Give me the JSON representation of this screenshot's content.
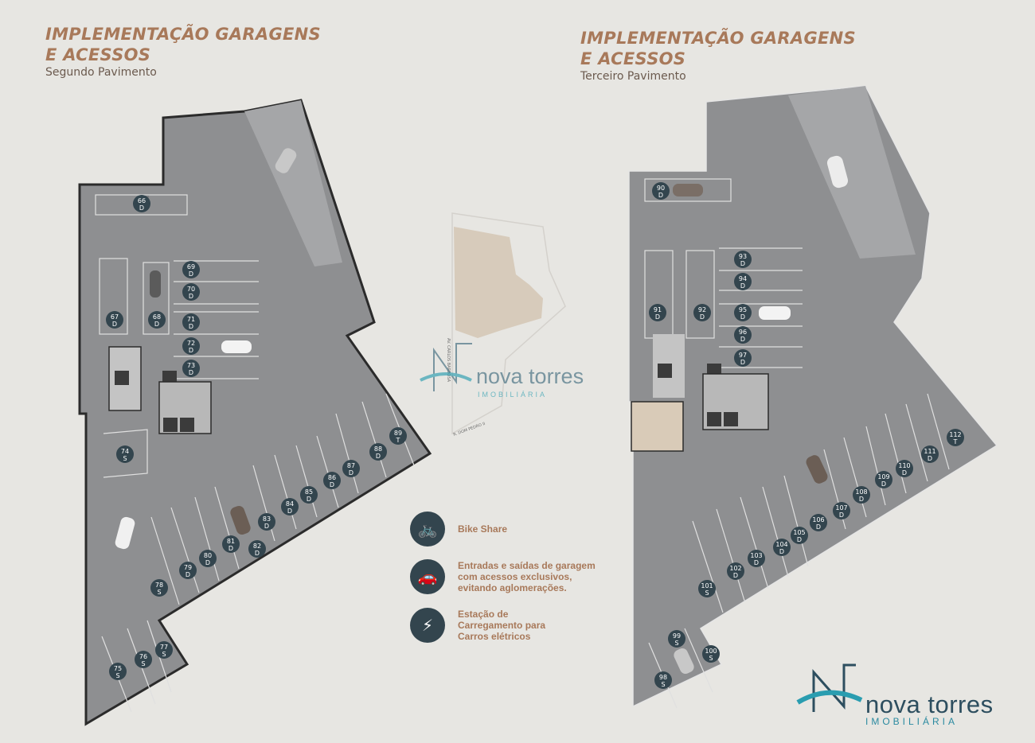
{
  "left_plan": {
    "title_line1": "IMPLEMENTAÇÃO GARAGENS",
    "title_line2": "E ACESSOS",
    "subtitle": "Segundo Pavimento",
    "spots": [
      {
        "n": "66",
        "t": "D"
      },
      {
        "n": "67",
        "t": "D"
      },
      {
        "n": "68",
        "t": "D"
      },
      {
        "n": "69",
        "t": "D"
      },
      {
        "n": "70",
        "t": "D"
      },
      {
        "n": "71",
        "t": "D"
      },
      {
        "n": "72",
        "t": "D"
      },
      {
        "n": "73",
        "t": "D"
      },
      {
        "n": "74",
        "t": "S"
      },
      {
        "n": "75",
        "t": "S"
      },
      {
        "n": "76",
        "t": "S"
      },
      {
        "n": "77",
        "t": "S"
      },
      {
        "n": "78",
        "t": "S"
      },
      {
        "n": "79",
        "t": "D"
      },
      {
        "n": "80",
        "t": "D"
      },
      {
        "n": "81",
        "t": "D"
      },
      {
        "n": "82",
        "t": "D"
      },
      {
        "n": "83",
        "t": "D"
      },
      {
        "n": "84",
        "t": "D"
      },
      {
        "n": "85",
        "t": "D"
      },
      {
        "n": "86",
        "t": "D"
      },
      {
        "n": "87",
        "t": "D"
      },
      {
        "n": "88",
        "t": "D"
      },
      {
        "n": "89",
        "t": "T"
      }
    ]
  },
  "right_plan": {
    "title_line1": "IMPLEMENTAÇÃO GARAGENS",
    "title_line2": "E ACESSOS",
    "subtitle": "Terceiro Pavimento",
    "spots": [
      {
        "n": "90",
        "t": "D"
      },
      {
        "n": "91",
        "t": "D"
      },
      {
        "n": "92",
        "t": "D"
      },
      {
        "n": "93",
        "t": "D"
      },
      {
        "n": "94",
        "t": "D"
      },
      {
        "n": "95",
        "t": "D"
      },
      {
        "n": "96",
        "t": "D"
      },
      {
        "n": "97",
        "t": "D"
      },
      {
        "n": "98",
        "t": "S"
      },
      {
        "n": "99",
        "t": "S"
      },
      {
        "n": "100",
        "t": "S"
      },
      {
        "n": "101",
        "t": "S"
      },
      {
        "n": "102",
        "t": "D"
      },
      {
        "n": "103",
        "t": "D"
      },
      {
        "n": "104",
        "t": "D"
      },
      {
        "n": "105",
        "t": "D"
      },
      {
        "n": "106",
        "t": "D"
      },
      {
        "n": "107",
        "t": "D"
      },
      {
        "n": "108",
        "t": "D"
      },
      {
        "n": "109",
        "t": "D"
      },
      {
        "n": "110",
        "t": "D"
      },
      {
        "n": "111",
        "t": "D"
      },
      {
        "n": "112",
        "t": "T"
      }
    ]
  },
  "site_map": {
    "street1": "AV. CARLOS BARBOSA",
    "street2": "R. DOM PEDRO II"
  },
  "legend": [
    {
      "icon": "bike-icon",
      "text": "Bike Share"
    },
    {
      "icon": "car-exit-icon",
      "text": "Entradas e saídas de garagem\ncom acessos exclusivos,\nevitando aglomerações."
    },
    {
      "icon": "ev-charging-icon",
      "text": "Estação de\nCarregamento para\nCarros elétricos"
    }
  ],
  "watermark": {
    "name": "nova torres",
    "sub": "IMOBILIÁRIA"
  },
  "logo": {
    "name": "nova torres",
    "sub": "IMOBILIÁRIA"
  },
  "colors": {
    "floor": "#8e8f91",
    "wall": "#2b2b2b",
    "badge": "#33454e",
    "accent": "#a8795a",
    "brand": "#2d4e5f",
    "teal": "#2a9db0",
    "background": "#e7e6e2"
  }
}
